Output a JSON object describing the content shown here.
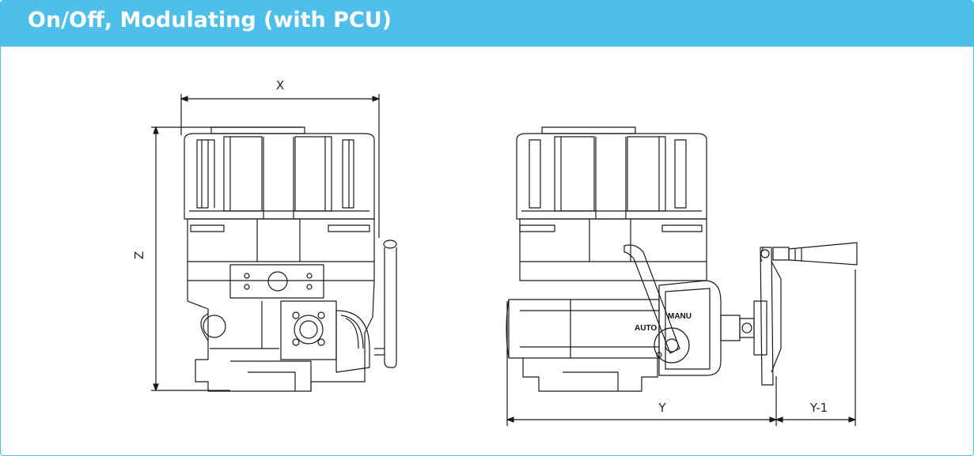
{
  "header": {
    "title": "On/Off, Modulating (with PCU)",
    "background_color": "#4dbfea",
    "text_color": "#ffffff"
  },
  "front_view": {
    "dim_width_label": "X",
    "dim_height_label": "Z"
  },
  "side_view": {
    "dim_depth_label": "Y",
    "dim_handwheel_label": "Y-1",
    "lever_label_auto": "AUTO",
    "lever_label_manu": "MANU"
  },
  "colors": {
    "frame_border": "#4cc0ea",
    "line_art": "#1a1a1a"
  }
}
